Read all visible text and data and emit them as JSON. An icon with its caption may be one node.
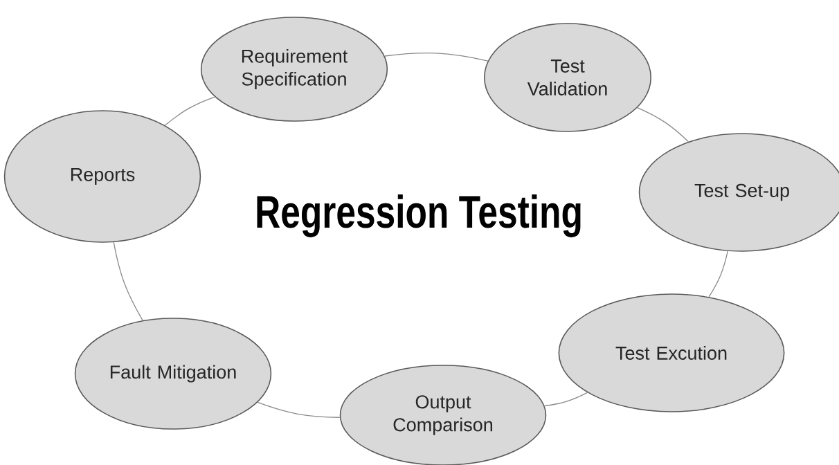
{
  "diagram": {
    "title": "Regression Testing",
    "nodes": [
      {
        "text": [
          "Requirement Specification"
        ]
      },
      {
        "text": [
          "Test Validation"
        ]
      },
      {
        "text": [
          "Test Set-up"
        ]
      },
      {
        "text": [
          "Test Excution"
        ]
      },
      {
        "text": [
          "Output Comparison"
        ]
      },
      {
        "text": [
          "Fault Mitigation"
        ]
      },
      {
        "text": [
          "Reports"
        ]
      }
    ],
    "edges": [
      {
        "from": 0,
        "to": 1,
        "arrow": "none"
      },
      {
        "from": 1,
        "to": 2,
        "arrow": "none"
      },
      {
        "from": 2,
        "to": 3,
        "arrow": "none"
      },
      {
        "from": 3,
        "to": 4,
        "arrow": "none"
      },
      {
        "from": 4,
        "to": 5,
        "arrow": "none"
      },
      {
        "from": 5,
        "to": 6,
        "arrow": "none"
      },
      {
        "from": 6,
        "to": 0,
        "arrow": "none"
      }
    ]
  }
}
